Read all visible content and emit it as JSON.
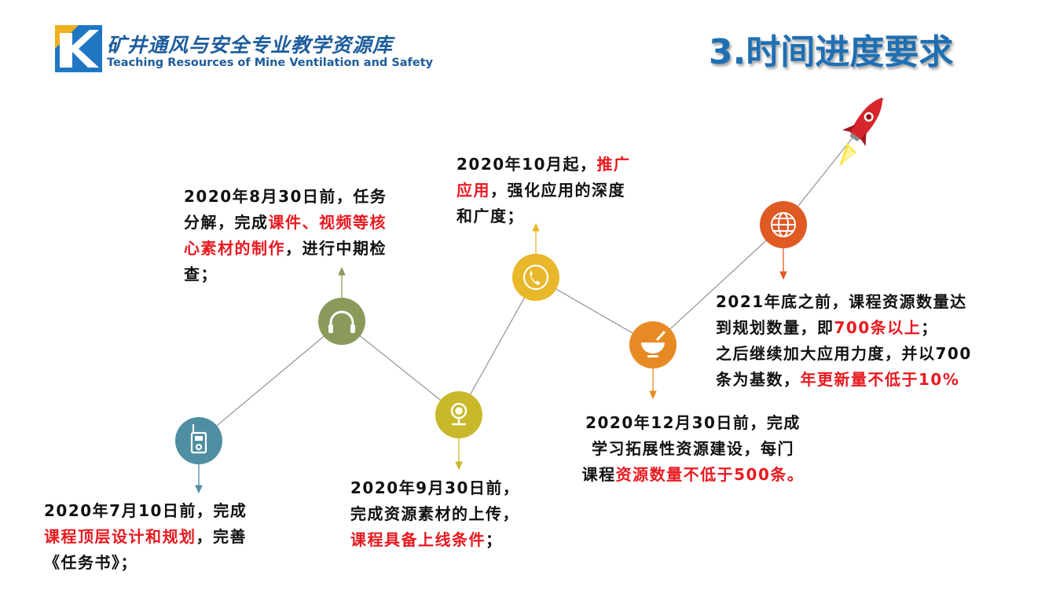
{
  "header": {
    "logo_cn": "矿井通风与安全专业教学资源库",
    "logo_en": "Teaching Resources of Mine Ventilation and Safety",
    "title": "3.时间进度要求"
  },
  "colors": {
    "title": "#1f6fb3",
    "highlight": "#e8191f",
    "milestone_1": "#4f8fa3",
    "milestone_2": "#8a9a5b",
    "milestone_3": "#c9b92a",
    "milestone_4": "#e8b72a",
    "milestone_5": "#e88a24",
    "milestone_6": "#e05a24"
  },
  "milestones": [
    {
      "icon": "walkie-talkie-icon",
      "lines": [
        [
          {
            "t": "2020年7月10日前，完成",
            "h": false
          }
        ],
        [
          {
            "t": "课程顶层设计和规划",
            "h": true
          },
          {
            "t": "，完善",
            "h": false
          }
        ],
        [
          {
            "t": "《任务书》；",
            "h": false
          }
        ]
      ]
    },
    {
      "icon": "headphones-icon",
      "lines": [
        [
          {
            "t": "2020年8月30日前，任务",
            "h": false
          }
        ],
        [
          {
            "t": "分解，完成",
            "h": false
          },
          {
            "t": "课件、视频等核",
            "h": true
          }
        ],
        [
          {
            "t": "心素材的制作",
            "h": true
          },
          {
            "t": "，进行中期检",
            "h": false
          }
        ],
        [
          {
            "t": "查；",
            "h": false
          }
        ]
      ]
    },
    {
      "icon": "webcam-icon",
      "lines": [
        [
          {
            "t": "2020年9月30日前，",
            "h": false
          }
        ],
        [
          {
            "t": "完成资源素材的上传，",
            "h": false
          }
        ],
        [
          {
            "t": "课程具备上线条件",
            "h": true
          },
          {
            "t": "；",
            "h": false
          }
        ]
      ]
    },
    {
      "icon": "phone-icon",
      "lines": [
        [
          {
            "t": "2020年10月起，",
            "h": false
          },
          {
            "t": "推广",
            "h": true
          }
        ],
        [
          {
            "t": "应用",
            "h": true
          },
          {
            "t": "，强化应用的深度",
            "h": false
          }
        ],
        [
          {
            "t": "和广度；",
            "h": false
          }
        ]
      ]
    },
    {
      "icon": "bowl-icon",
      "lines": [
        [
          {
            "t": "2020年12月30日前，完成",
            "h": false
          }
        ],
        [
          {
            "t": "学习拓展性资源建设，每门",
            "h": false
          }
        ],
        [
          {
            "t": "课程",
            "h": false
          },
          {
            "t": "资源数量不低于500条。",
            "h": true
          }
        ]
      ]
    },
    {
      "icon": "globe-icon",
      "lines": [
        [
          {
            "t": "2021年底之前，课程资源数量达",
            "h": false
          }
        ],
        [
          {
            "t": "到规划数量，即",
            "h": false
          },
          {
            "t": "700条以上",
            "h": true
          },
          {
            "t": "；",
            "h": false
          }
        ],
        [
          {
            "t": "之后继续加大应用力度，并以700",
            "h": false
          }
        ],
        [
          {
            "t": "条为基数，",
            "h": false
          },
          {
            "t": "年更新量不低于10%",
            "h": true
          }
        ]
      ]
    }
  ]
}
